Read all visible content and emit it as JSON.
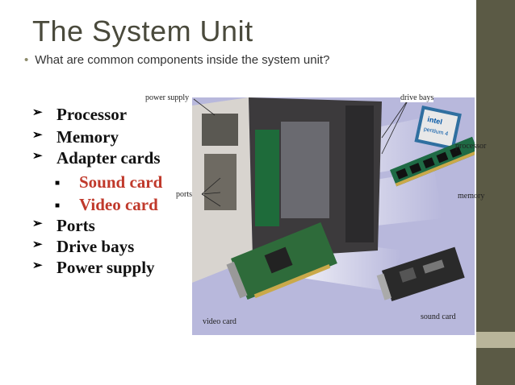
{
  "slide": {
    "title": "The System Unit",
    "subtitle": "What are common components inside the system unit?"
  },
  "list": [
    {
      "label": "Processor",
      "level": 1
    },
    {
      "label": "Memory",
      "level": 1
    },
    {
      "label": "Adapter cards",
      "level": 1
    },
    {
      "label": "Sound card",
      "level": 2
    },
    {
      "label": "Video card",
      "level": 2
    },
    {
      "label": "Ports",
      "level": 1
    },
    {
      "label": "Drive bays",
      "level": 1
    },
    {
      "label": "Power supply",
      "level": 1
    }
  ],
  "figure": {
    "labels": {
      "power_supply": "power supply",
      "drive_bays": "drive bays",
      "processor": "processor",
      "ports": "ports",
      "memory": "memory",
      "sound_card": "sound card",
      "video_card": "video card"
    },
    "chip_logo": {
      "brand": "intel",
      "model": "pentium 4"
    }
  },
  "colors": {
    "sidebar": "#5b5a45",
    "sidebar_accent": "#b9b59a",
    "sub_item": "#c0392b",
    "figure_bg": "#b8b8dc"
  }
}
